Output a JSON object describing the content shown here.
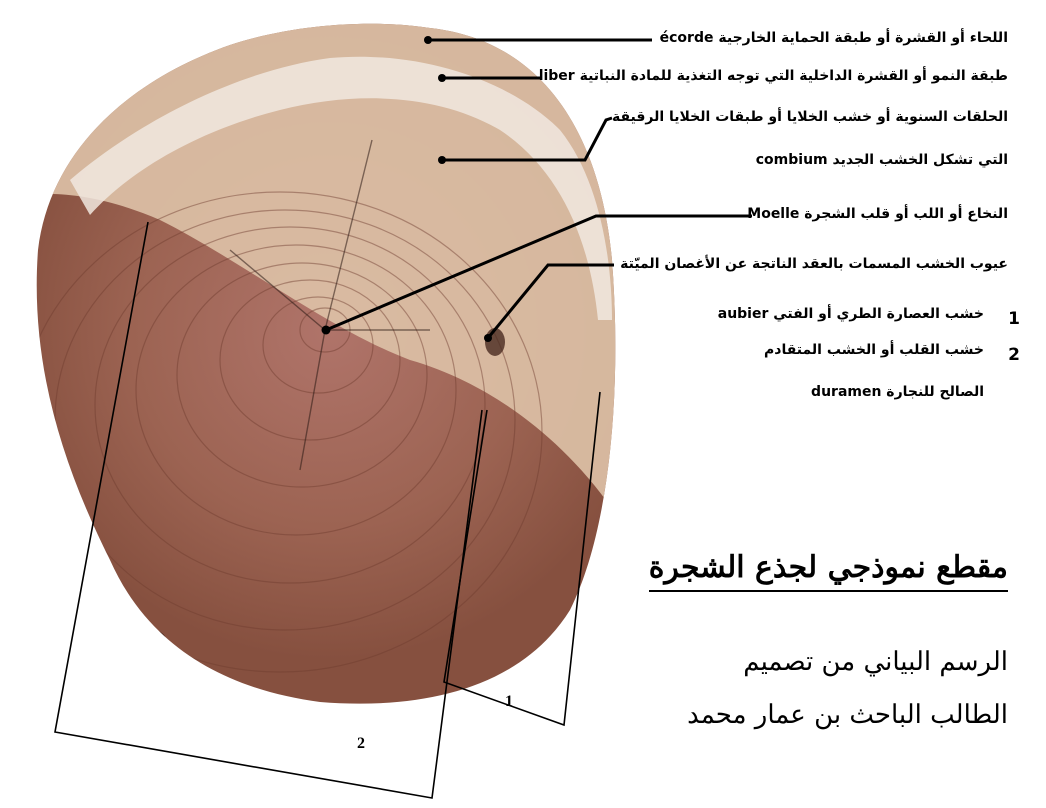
{
  "labels": {
    "bark": "اللحاء أو القشرة أو طبقة الحماية الخارجية écorde",
    "phloem": "طبقة النمو أو القشرة الداخلية التي توجه التغذية للمادة النباتية liber",
    "cambium_line1": "الحلقات السنوية أو خشب الخلايا أو طبقات الخلايا الرقيقة",
    "cambium_line2": "التي تشكل الخشب الجديد combium",
    "pith": "النخاع أو اللب أو قلب الشجرة Moelle",
    "knots": "عيوب الخشب المسمات بالعقد الناتجة عن الأغصان الميّتة",
    "legend_1_num": "1",
    "legend_1_text": "خشب العصارة الطري أو الفتي aubier",
    "legend_2_num": "2",
    "legend_2_text_line1": "خشب القلب أو الخشب المتقادم",
    "legend_2_text_line2": "الصالح للنجارة duramen",
    "bracket_1": "1",
    "bracket_2": "2"
  },
  "title": "مقطع نموذجي لجذع الشجرة",
  "credit": {
    "line1": "الرسم البياني من تصميم",
    "line2": "الطالب الباحث بن عمار محمد"
  },
  "colors": {
    "heartwood": "#9c5f4d",
    "sapwood": "#dcc0a6",
    "bark": "#efe6dc",
    "rings": "#6e3b2e",
    "ink": "#000000"
  }
}
